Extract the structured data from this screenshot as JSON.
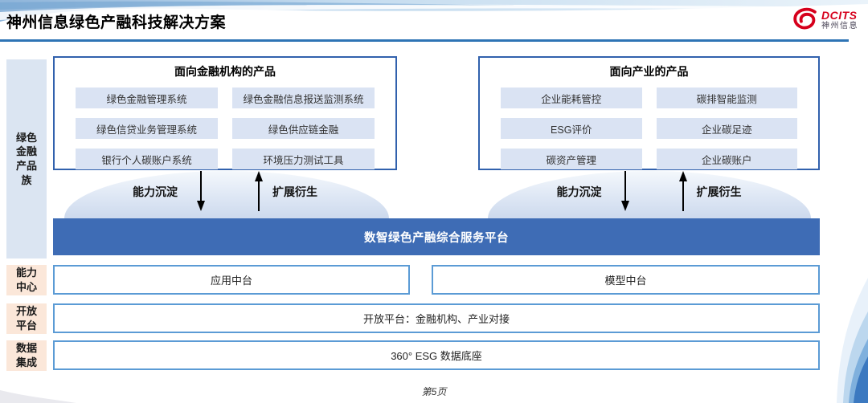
{
  "header": {
    "title": "神州信息绿色产融科技解决方案",
    "logo": {
      "brand": "DCITS",
      "brand_cn": "神州信息"
    }
  },
  "sidebar": {
    "product_family": "绿色金融产品族",
    "capability": "能力中心",
    "open": "开放平台",
    "data": "数据集成"
  },
  "product_groups": [
    {
      "title": "面向金融机构的产品",
      "items": [
        "绿色金融管理系统",
        "绿色金融信息报送监测系统",
        "绿色信贷业务管理系统",
        "绿色供应链金融",
        "银行个人碳账户系统",
        "环境压力测试工具"
      ]
    },
    {
      "title": "面向产业的产品",
      "items": [
        "企业能耗管控",
        "碳排智能监测",
        "ESG评价",
        "企业碳足迹",
        "碳资产管理",
        "企业碳账户"
      ]
    }
  ],
  "flows": {
    "down_label": "能力沉淀",
    "up_label": "扩展衍生"
  },
  "platform": {
    "title": "数智绿色产融综合服务平台"
  },
  "capability_center": {
    "items": [
      "应用中台",
      "模型中台"
    ]
  },
  "open_platform": {
    "label": "开放平台：金融机构、产业对接"
  },
  "data_integration": {
    "label": "360° ESG 数据底座"
  },
  "footer": {
    "page": "第5页"
  },
  "icons": {
    "logo_swoosh": "red-swoosh",
    "down_arrow": "↓",
    "up_arrow": "↑"
  },
  "colors": {
    "header_rule": "#2e74b5",
    "platform_bar": "#3e6cb5",
    "box_border_dark": "#3161ad",
    "box_border_light": "#5b9bd5",
    "chip_bg": "#dae3f3",
    "sidebar_blue": "#dbe5f2",
    "sidebar_peach": "#fbe7d9",
    "logo_red": "#d6001c"
  }
}
